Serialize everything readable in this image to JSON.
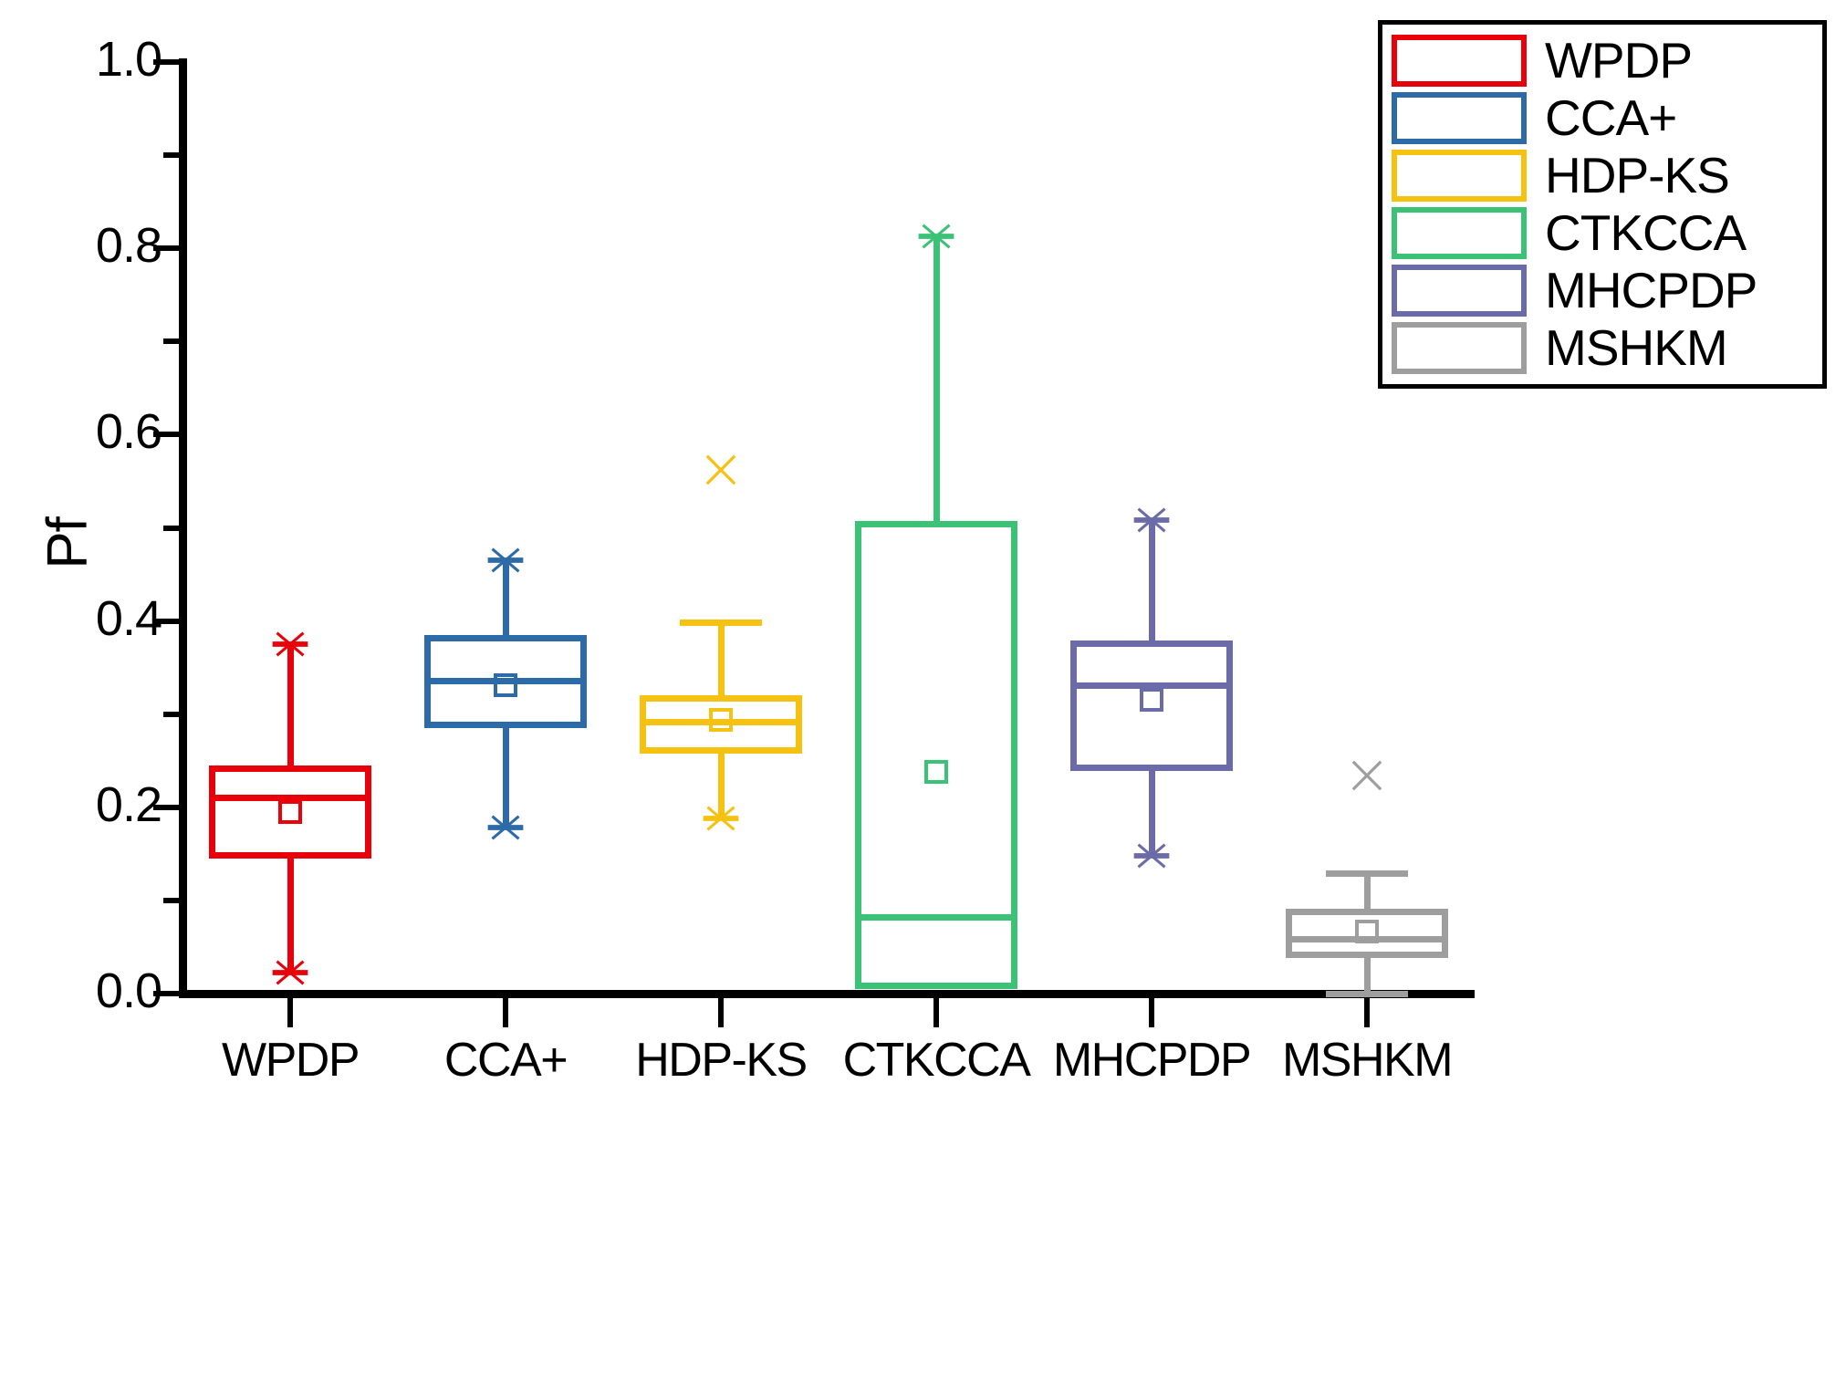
{
  "chart_data": {
    "type": "box",
    "title": "",
    "xlabel": "",
    "ylabel": "Pf",
    "ylim": [
      0.0,
      1.0
    ],
    "ytick_values": [
      0.0,
      0.2,
      0.4,
      0.6,
      0.8,
      1.0
    ],
    "ytick_labels": [
      "0.0",
      "0.2",
      "0.4",
      "0.6",
      "0.8",
      "1.0"
    ],
    "yminor_values": [
      0.1,
      0.3,
      0.5,
      0.7,
      0.9
    ],
    "grid": false,
    "legend_position": "top-right",
    "categories": [
      "WPDP",
      "CCA+",
      "HDP-KS",
      "CTKCCA",
      "MHCPDP",
      "MSHKM"
    ],
    "boxes": [
      {
        "name": "WPDP",
        "color": "#E8000B",
        "whisker_high": 0.375,
        "q3": 0.245,
        "median": 0.21,
        "mean": 0.195,
        "q1": 0.145,
        "whisker_low": 0.023,
        "outliers": [],
        "whisker_high_marker": "star",
        "whisker_low_marker": "star"
      },
      {
        "name": "CCA+",
        "color": "#2C6BA8",
        "whisker_high": 0.465,
        "q3": 0.385,
        "median": 0.335,
        "mean": 0.331,
        "q1": 0.285,
        "whisker_low": 0.178,
        "outliers": [],
        "whisker_high_marker": "star",
        "whisker_low_marker": "star"
      },
      {
        "name": "HDP-KS",
        "color": "#F5C211",
        "whisker_high": 0.398,
        "q3": 0.32,
        "median": 0.291,
        "mean": 0.294,
        "q1": 0.258,
        "whisker_low": 0.188,
        "outliers": [
          0.562
        ],
        "whisker_high_marker": "cap",
        "whisker_low_marker": "star"
      },
      {
        "name": "CTKCCA",
        "color": "#3CC276",
        "whisker_high": 0.813,
        "q3": 0.507,
        "median": 0.082,
        "mean": 0.238,
        "q1": 0.005,
        "whisker_low": 0.005,
        "outliers": [],
        "whisker_high_marker": "star",
        "whisker_low_marker": "none"
      },
      {
        "name": "MHCPDP",
        "color": "#6A6BA8",
        "whisker_high": 0.508,
        "q3": 0.379,
        "median": 0.331,
        "mean": 0.315,
        "q1": 0.239,
        "whisker_low": 0.148,
        "outliers": [],
        "whisker_high_marker": "star",
        "whisker_low_marker": "star"
      },
      {
        "name": "MSHKM",
        "color": "#9E9E9E",
        "whisker_high": 0.129,
        "q3": 0.091,
        "median": 0.058,
        "mean": 0.067,
        "q1": 0.038,
        "whisker_low": 0.0,
        "outliers": [
          0.234
        ],
        "whisker_high_marker": "cap",
        "whisker_low_marker": "cap"
      }
    ]
  },
  "legend": {
    "items": [
      {
        "label": "WPDP",
        "color": "#E8000B"
      },
      {
        "label": "CCA+",
        "color": "#2C6BA8"
      },
      {
        "label": "HDP-KS",
        "color": "#F5C211"
      },
      {
        "label": "CTKCCA",
        "color": "#3CC276"
      },
      {
        "label": "MHCPDP",
        "color": "#6A6BA8"
      },
      {
        "label": "MSHKM",
        "color": "#9E9E9E"
      }
    ]
  }
}
